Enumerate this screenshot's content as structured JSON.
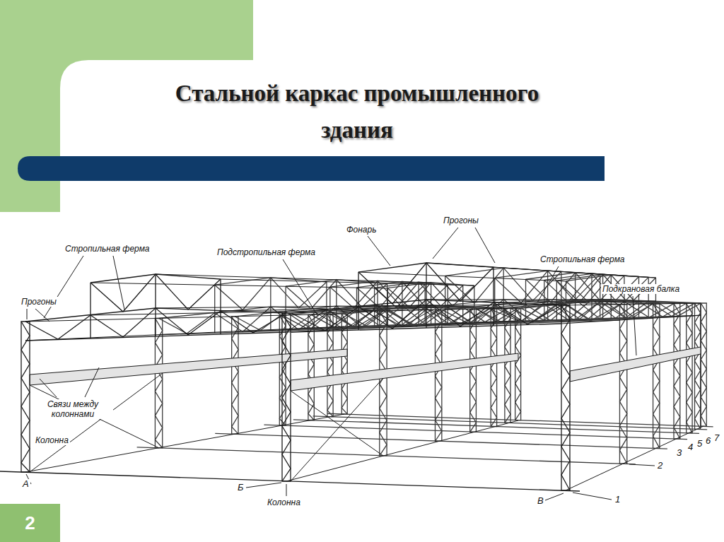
{
  "diagram": {
    "title": "Стальной каркас промышленного здания",
    "labels": [
      "Стропильная ферма",
      "Подстропильная ферма",
      "Фонарь",
      "Прогоны",
      "Стропильная ферма",
      "Подкрановая балка",
      "Прогоны",
      "Связи между колоннами",
      "Колонна",
      "А",
      "Б",
      "Колонна",
      "В",
      "1",
      "2",
      "3",
      "4",
      "5",
      "6",
      "7",
      "2"
    ]
  }
}
